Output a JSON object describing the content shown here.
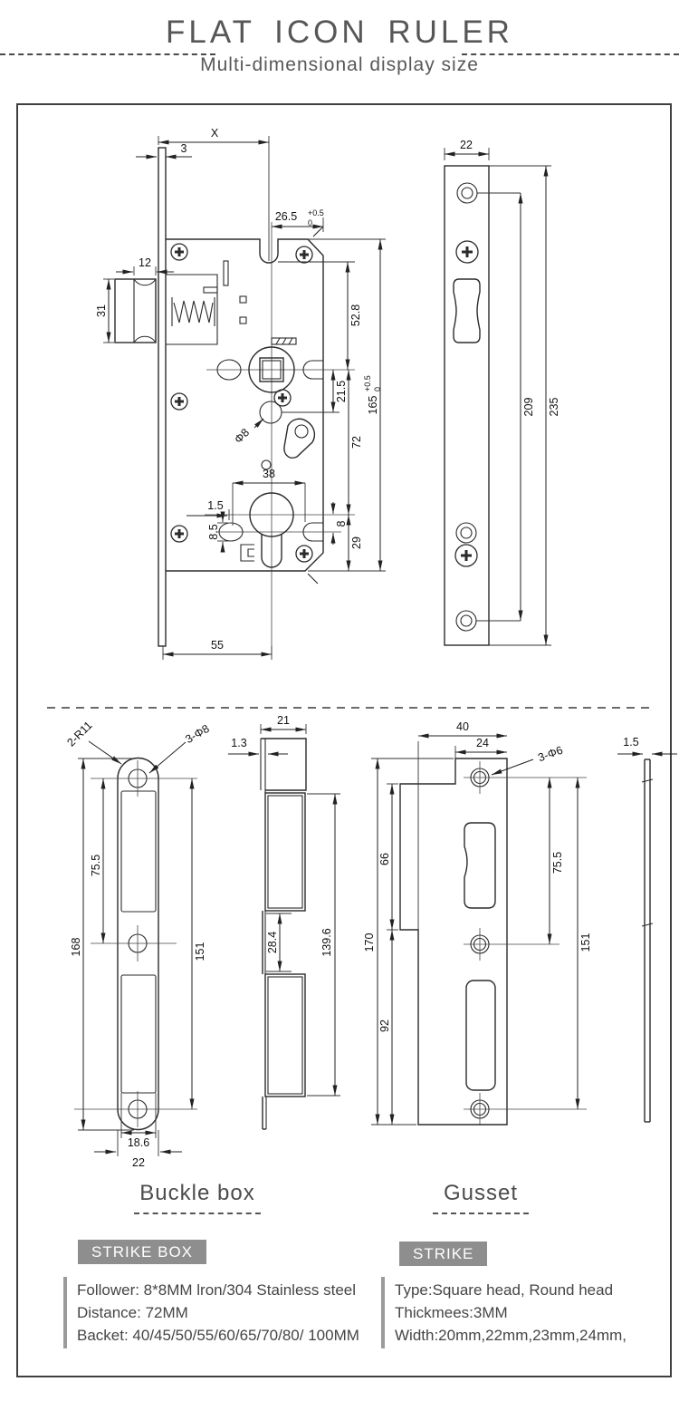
{
  "header": {
    "title": "FLAT ICON RULER",
    "subtitle": "Multi-dimensional display size"
  },
  "colors": {
    "line": "#2b2b2b",
    "title_text": "#58585a",
    "spec_header_bg": "#8e8e8e",
    "spec_header_text": "#ffffff"
  },
  "lock": {
    "backset": "X",
    "face_thk": "3",
    "latch_w": "12",
    "latch_h": "31",
    "notch": "26.5",
    "notch_tp": "+0.5",
    "notch_tm": "0",
    "d528": "52.8",
    "d215": "21.5",
    "h165": "165",
    "h165_tp": "+0.5",
    "h165_tm": "0",
    "d72": "72",
    "dia8": "Φ8",
    "d38": "38",
    "d15": "1.5",
    "d85": "8.5",
    "d8": "8",
    "d29": "29",
    "d55": "55"
  },
  "strike_plate": {
    "w22": "22",
    "d209": "209",
    "d235": "235"
  },
  "buckle_box": {
    "label": "Buckle box",
    "r11": "2-R11",
    "phi8": "3-Φ8",
    "d755": "75.5",
    "d168": "168",
    "d151": "151",
    "d186": "18.6",
    "d22": "22"
  },
  "profile": {
    "d13": "1.3",
    "d21": "21",
    "d284": "28.4",
    "d1396": "139.6"
  },
  "gusset": {
    "label": "Gusset",
    "d40": "40",
    "d24": "24",
    "phi6": "3-Φ6",
    "d66": "66",
    "d92": "92",
    "d170": "170",
    "d755": "75.5",
    "d151": "151"
  },
  "strip": {
    "d15": "1.5"
  },
  "specs": {
    "strike_box": {
      "heading": "STRIKE BOX",
      "lines": [
        "Follower: 8*8MM lron/304 Stainless steel",
        "Distance: 72MM",
        "Backet: 40/45/50/55/60/65/70/80/ 100MM"
      ]
    },
    "strike": {
      "heading": "STRIKE",
      "lines": [
        "Type:Square head, Round head",
        "Thickmees:3MM",
        "Width:20mm,22mm,23mm,24mm,"
      ]
    }
  }
}
